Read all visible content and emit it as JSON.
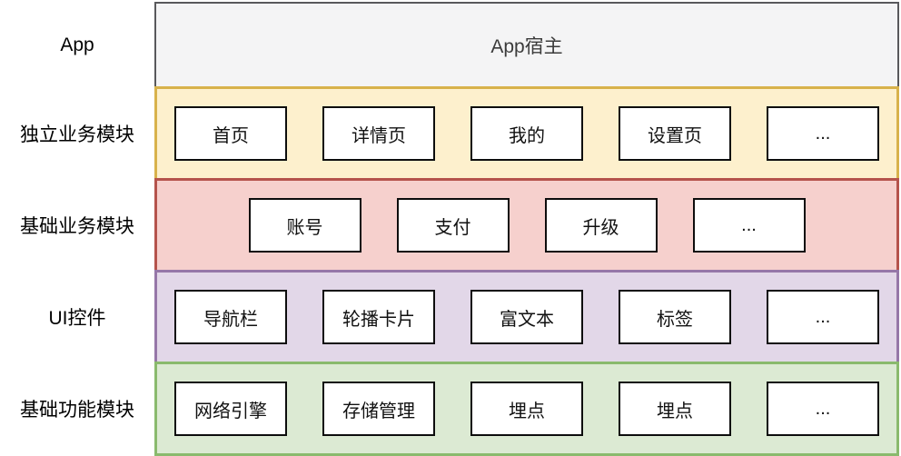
{
  "diagram": {
    "host": {
      "row_label": "App",
      "label": "App宿主",
      "bg": "#f4f4f5",
      "border_color": "#59595c",
      "text_color": "#3b3b3b"
    },
    "layers": [
      {
        "row_label": "独立业务模块",
        "bg": "#fdf0cd",
        "border_color": "#d8b24b",
        "modules": [
          "首页",
          "详情页",
          "我的",
          "设置页",
          "..."
        ]
      },
      {
        "row_label": "基础业务模块",
        "bg": "#f6d0cd",
        "border_color": "#b5534c",
        "modules": [
          "账号",
          "支付",
          "升级",
          "..."
        ]
      },
      {
        "row_label": "UI控件",
        "bg": "#e2d7e8",
        "border_color": "#9677a8",
        "modules": [
          "导航栏",
          "轮播卡片",
          "富文本",
          "标签",
          "..."
        ]
      },
      {
        "row_label": "基础功能模块",
        "bg": "#dcead3",
        "border_color": "#8aba6d",
        "modules": [
          "网络引擎",
          "存储管理",
          "埋点",
          "埋点",
          "..."
        ]
      }
    ]
  }
}
